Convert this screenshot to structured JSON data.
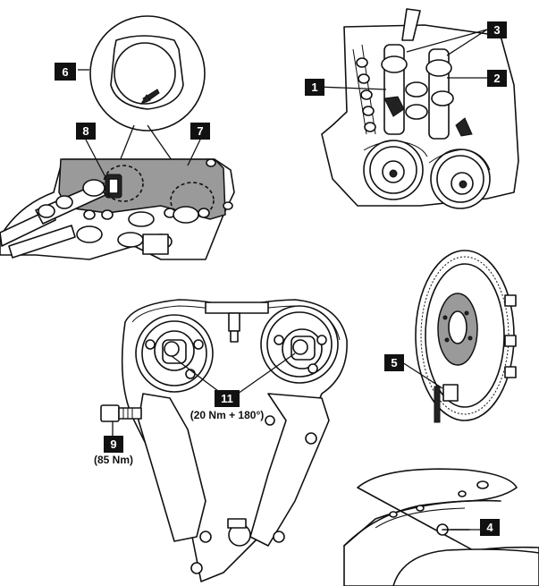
{
  "callouts": {
    "c1": "1",
    "c2": "2",
    "c3": "3",
    "c4": "4",
    "c5": "5",
    "c6": "6",
    "c7": "7",
    "c8": "8",
    "c9": "9",
    "c11": "11"
  },
  "torque": {
    "t9": "(85 Nm)",
    "t11": "(20 Nm + 180°)"
  }
}
